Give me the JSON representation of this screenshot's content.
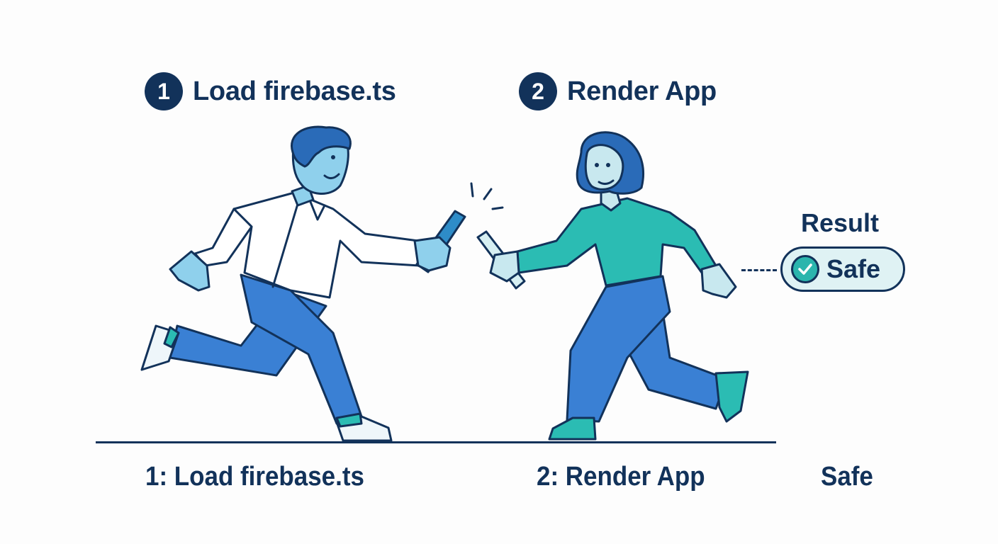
{
  "steps": [
    {
      "number": "1",
      "title": "Load firebase.ts",
      "caption": "1: Load firebase.ts"
    },
    {
      "number": "2",
      "title": "Render App",
      "caption": "2: Render App"
    }
  ],
  "result": {
    "label": "Result",
    "status": "Safe",
    "status_icon": "check-circle-icon",
    "caption": "Safe"
  },
  "illustration": {
    "runner_1": "man-passing-baton",
    "runner_2": "woman-receiving-baton",
    "object": "relay-baton"
  },
  "colors": {
    "ink": "#12325a",
    "pants": "#3a80d4",
    "shirt_teal": "#2bbcb3",
    "skin_light": "#8fd0ec",
    "success": "#2bb5ad",
    "pill_bg": "#dff2f4"
  }
}
